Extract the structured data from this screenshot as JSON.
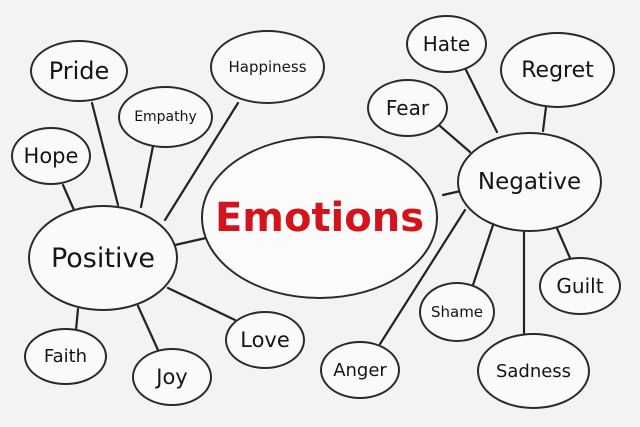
{
  "colors": {
    "background": "#f3f3f2",
    "center_text": "#d4141c",
    "ink": "#151515"
  },
  "center": {
    "label": "Emotions"
  },
  "positive": {
    "label": "Positive",
    "children": [
      "Pride",
      "Happiness",
      "Empathy",
      "Hope",
      "Faith",
      "Joy",
      "Love"
    ]
  },
  "negative": {
    "label": "Negative",
    "children": [
      "Hate",
      "Regret",
      "Fear",
      "Guilt",
      "Shame",
      "Anger",
      "Sadness"
    ]
  }
}
